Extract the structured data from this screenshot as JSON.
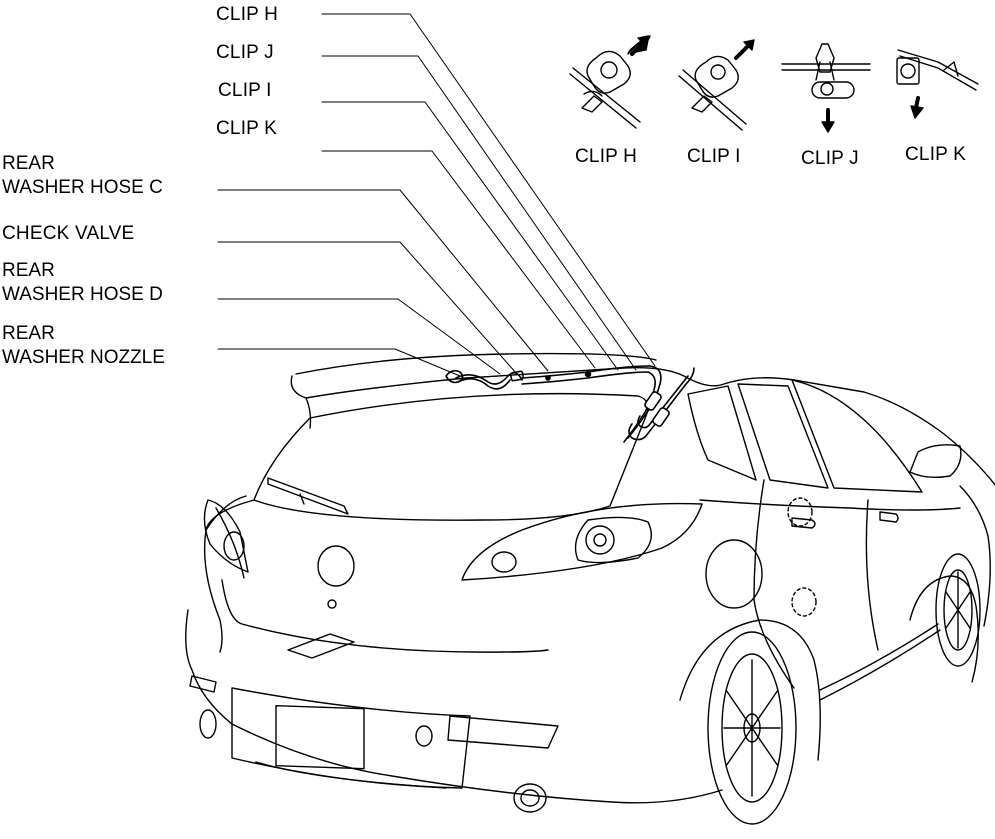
{
  "callouts": {
    "clip_h": "CLIP H",
    "clip_j": "CLIP J",
    "clip_i": "CLIP I",
    "clip_k": "CLIP K",
    "rear_washer_hose_c": [
      "REAR",
      "WASHER HOSE C"
    ],
    "check_valve": "CHECK VALVE",
    "rear_washer_hose_d": [
      "REAR",
      "WASHER HOSE D"
    ],
    "rear_washer_nozzle": [
      "REAR",
      "WASHER NOZZLE"
    ]
  },
  "detail_labels": {
    "clip_h": "CLIP H",
    "clip_i": "CLIP I",
    "clip_j": "CLIP J",
    "clip_k": "CLIP K"
  },
  "colors": {
    "line": "#000000",
    "background": "#ffffff"
  }
}
